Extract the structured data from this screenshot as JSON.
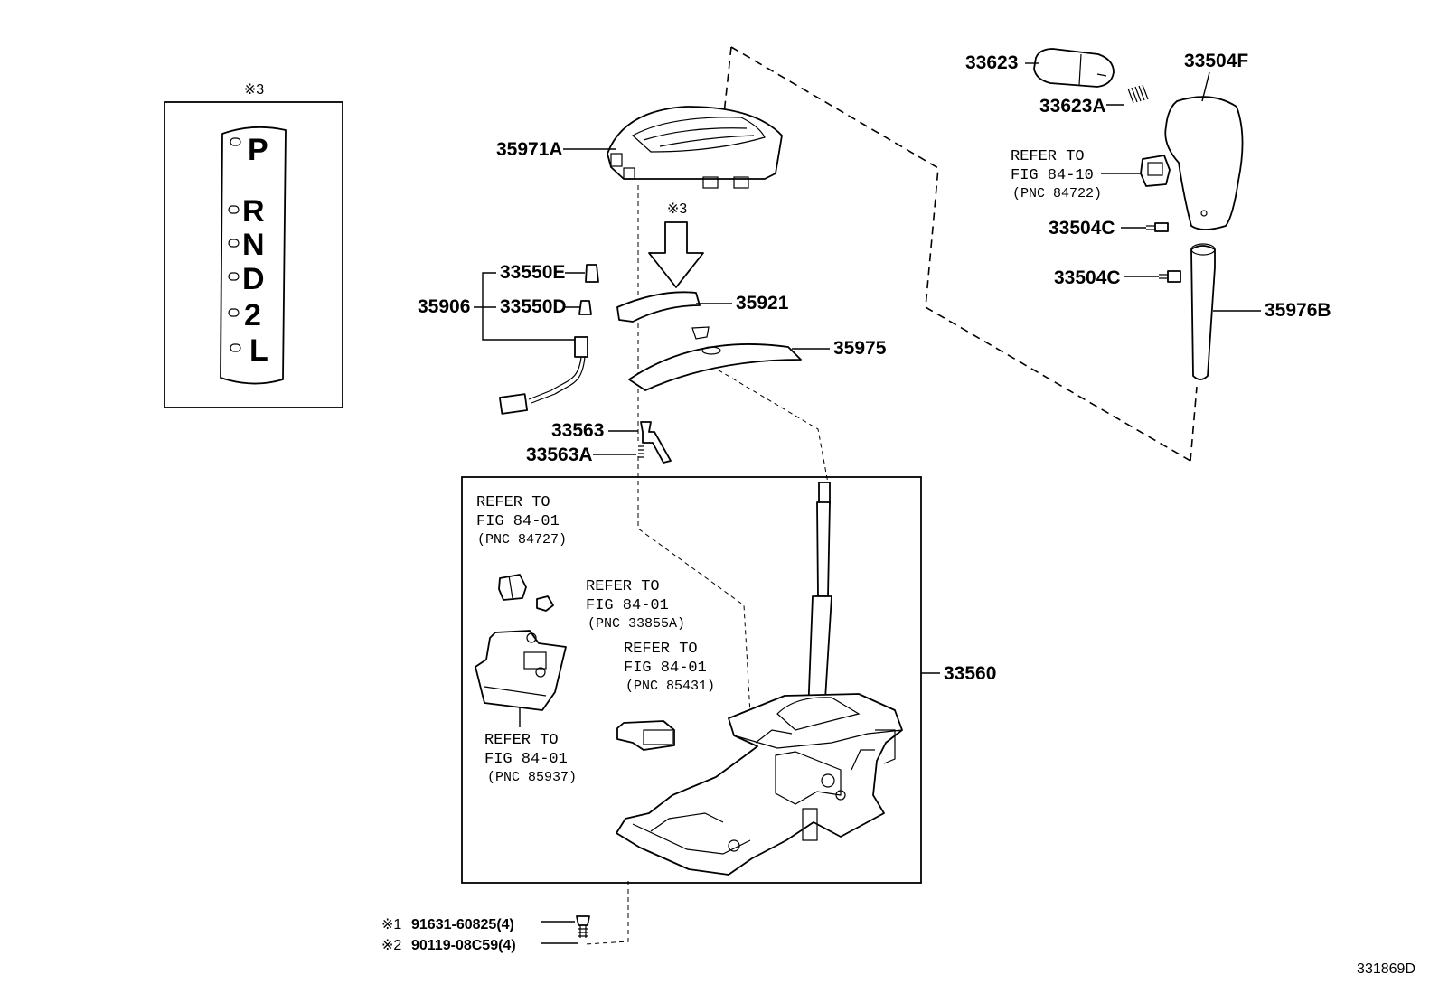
{
  "gate_panel": {
    "marker": "※3",
    "positions": [
      "P",
      "R",
      "N",
      "D",
      "2",
      "L"
    ]
  },
  "part_numbers": {
    "p35971A": "35971A",
    "p35906": "35906",
    "p33550E": "33550E",
    "p33550D": "33550D",
    "p35921": "35921",
    "p35975": "35975",
    "p33563": "33563",
    "p33563A": "33563A",
    "p33560": "33560",
    "p33623": "33623",
    "p33623A": "33623A",
    "p33504F": "33504F",
    "p33504C_1": "33504C",
    "p33504C_2": "33504C",
    "p35976B": "35976B"
  },
  "arrow_marker": "※3",
  "references": {
    "knob": {
      "refer": "REFER TO",
      "fig": "FIG 84-10",
      "pnc": "(PNC 84722)"
    },
    "unit_1": {
      "refer": "REFER TO",
      "fig": "FIG 84-01",
      "pnc": "(PNC 84727)"
    },
    "unit_2": {
      "refer": "REFER TO",
      "fig": "FIG 84-01",
      "pnc": "(PNC 33855A)"
    },
    "unit_3": {
      "refer": "REFER TO",
      "fig": "FIG 84-01",
      "pnc": "(PNC 85431)"
    },
    "unit_4": {
      "refer": "REFER TO",
      "fig": "FIG 84-01",
      "pnc": "(PNC 85937)"
    }
  },
  "bolts": {
    "note1": "※1",
    "part1": "91631-60825(4)",
    "note2": "※2",
    "part2": "90119-08C59(4)"
  },
  "document_id": "331869D"
}
